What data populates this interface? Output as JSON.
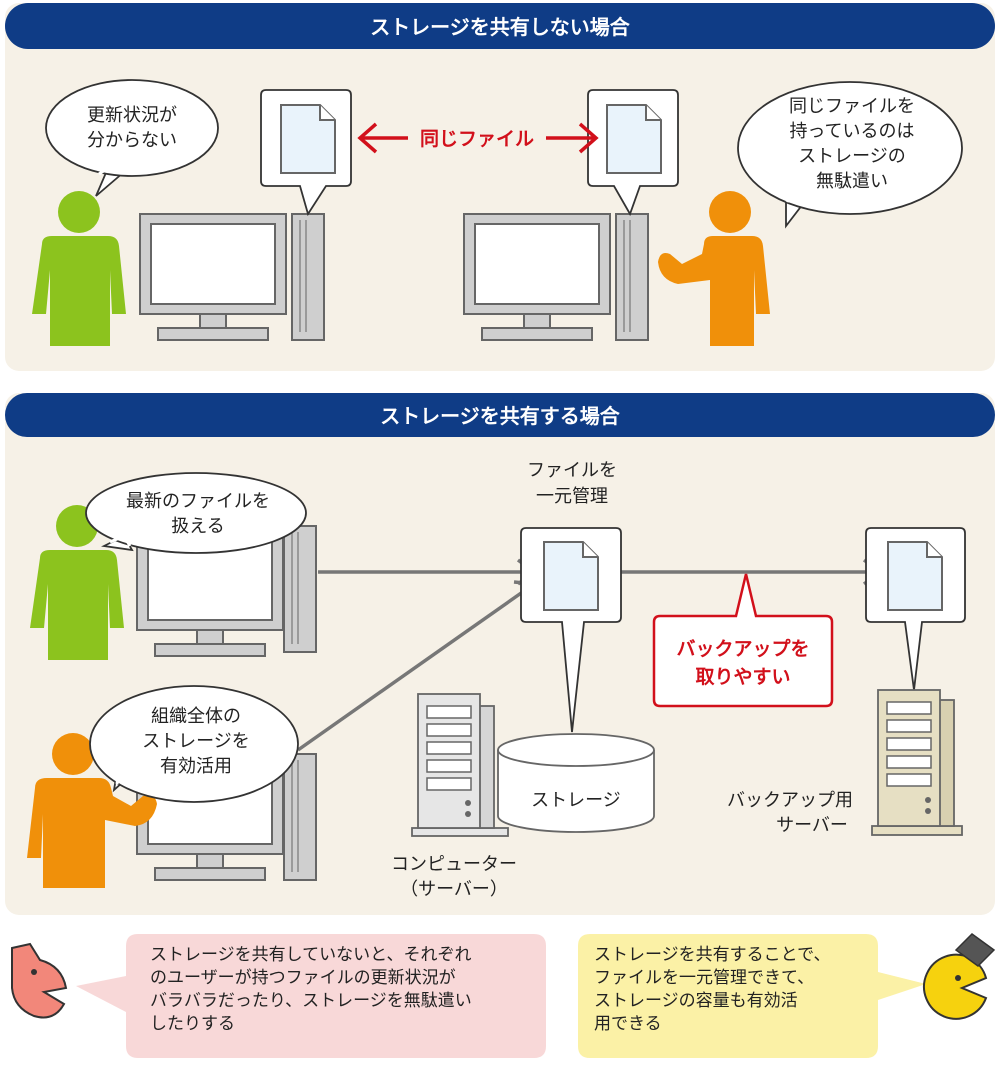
{
  "sections": {
    "top": {
      "title": "ストレージを共有しない場合"
    },
    "bottom": {
      "title": "ストレージを共有する場合"
    }
  },
  "top": {
    "left_bubble": [
      "更新状況が",
      "分からない"
    ],
    "center_label": "同じファイル",
    "right_bubble": [
      "同じファイルを",
      "持っているのは",
      "ストレージの",
      "無駄遣い"
    ]
  },
  "bottom": {
    "user1_bubble": [
      "最新のファイルを",
      "扱える"
    ],
    "user2_bubble": [
      "組織全体の",
      "ストレージを",
      "有効活用"
    ],
    "central_label": [
      "ファイルを",
      "一元管理"
    ],
    "backup_callout": [
      "バックアップを",
      "取りやすい"
    ],
    "storage_label": "ストレージ",
    "server_label": [
      "コンピューター",
      "（サーバー）"
    ],
    "backup_server_label": [
      "バックアップ用",
      "サーバー"
    ]
  },
  "notes": {
    "left": [
      "ストレージを共有していないと、それぞれ",
      "のユーザーが持つファイルの更新状況が",
      "バラバラだったり、ストレージを無駄遣い",
      "したりする"
    ],
    "right": [
      "ストレージを共有することで、",
      "ファイルを一元管理できて、",
      "ストレージの容量も有効活",
      "用できる"
    ]
  },
  "colors": {
    "header": "#0f3c86",
    "panel": "#f6f1e7",
    "green_user": "#8cc31e",
    "orange_user": "#f0900a",
    "accent_red": "#d2101b",
    "monitor": "#cfcfcf",
    "backup_server": "#e6dfc3",
    "note_left": "#f8d8d8",
    "note_right": "#fbf1a6"
  },
  "icons": {
    "left_mascot": "pink-mascot-icon",
    "right_mascot": "yellow-graduate-mascot-icon"
  }
}
